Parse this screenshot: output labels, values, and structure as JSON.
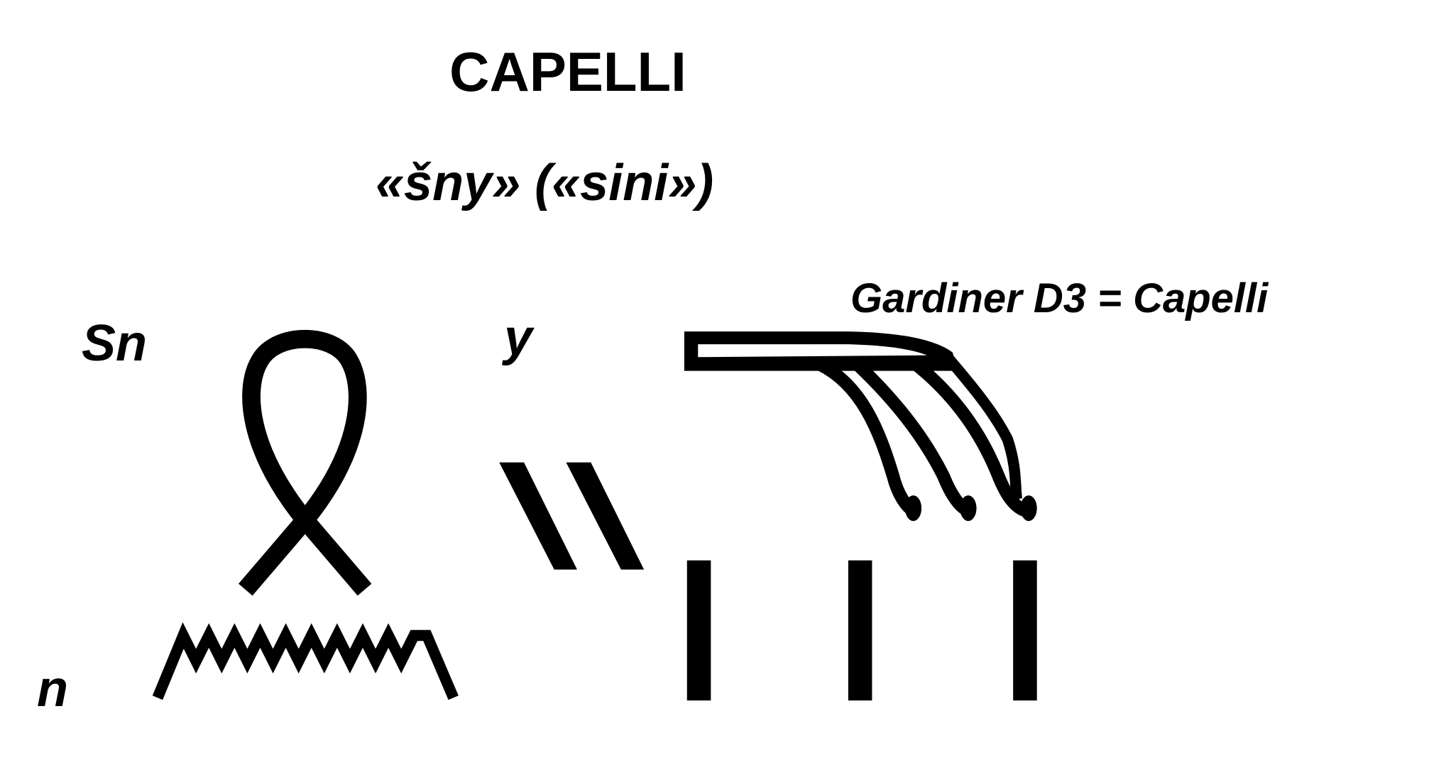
{
  "title": "CAPELLI",
  "transliteration": "«šny» («sini»)",
  "gardiner_note": "Gardiner D3 = Capelli",
  "labels": {
    "sn": "Sn",
    "y": "y",
    "n": "n"
  }
}
